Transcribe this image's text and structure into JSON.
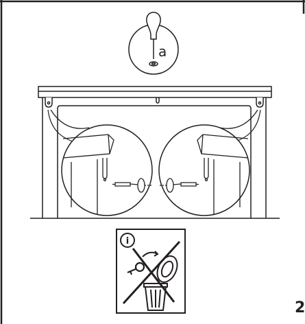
{
  "callouts": {
    "screwdriver_label": "a"
  },
  "notice_box": {
    "info_symbol": "i"
  },
  "page": {
    "number": "2"
  },
  "colors": {
    "ink": "#231f20",
    "background": "#ffffff"
  }
}
